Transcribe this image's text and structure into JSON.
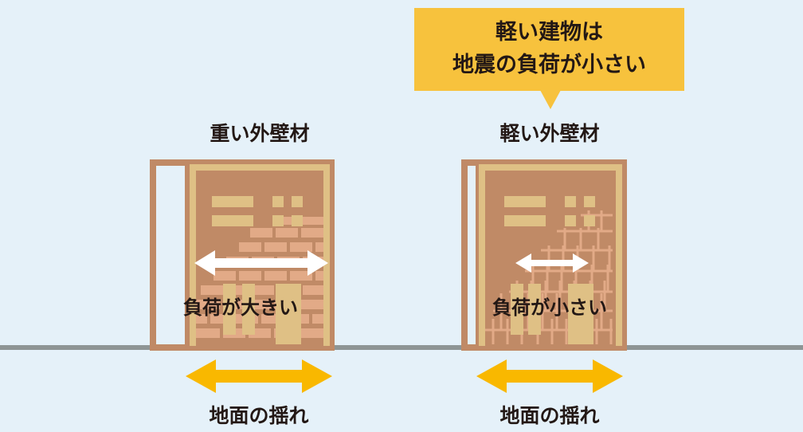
{
  "callout": {
    "line1": "軽い建物は",
    "line2": "地震の負荷が小さい",
    "color": "#f7c23d"
  },
  "panels": [
    {
      "title": "重い外壁材",
      "load_label": "負荷が大きい",
      "ground_label": "地面の揺れ",
      "wall_type": "heavy-brick"
    },
    {
      "title": "軽い外壁材",
      "load_label": "負荷が小さい",
      "ground_label": "地面の揺れ",
      "wall_type": "light-lattice"
    }
  ],
  "colors": {
    "background": "#e5f1f9",
    "building": "#c08a66",
    "frame": "#dfc085",
    "brick": "#e2aa87",
    "ground": "#8e9595",
    "ground_arrow": "#f9b800",
    "load_arrow": "#ffffff"
  }
}
